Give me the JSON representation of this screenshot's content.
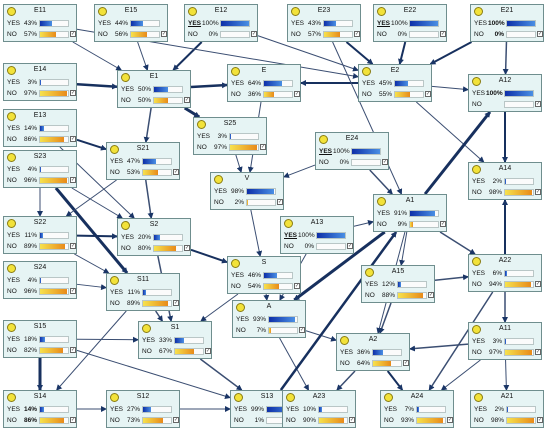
{
  "nodes": [
    {
      "id": "E11",
      "name": "E11",
      "yes": "43%",
      "no": "57%",
      "yes_value": 43
    },
    {
      "id": "E15",
      "name": "E15",
      "yes": "44%",
      "no": "56%",
      "yes_value": 44
    },
    {
      "id": "E12",
      "name": "E12",
      "yes": "100%",
      "no": "0%",
      "yes_value": 100,
      "evidence": true
    },
    {
      "id": "E23",
      "name": "E23",
      "yes": "43%",
      "no": "57%",
      "yes_value": 43
    },
    {
      "id": "E22",
      "name": "E22",
      "yes": "100%",
      "no": "0%",
      "yes_value": 100,
      "evidence": true
    },
    {
      "id": "E21",
      "name": "E21",
      "yes": "100%",
      "no": "0%",
      "yes_value": 100,
      "bold_values": true
    },
    {
      "id": "E14",
      "name": "E14",
      "yes": "3%",
      "no": "97%",
      "yes_value": 3
    },
    {
      "id": "E1",
      "name": "E1",
      "yes": "50%",
      "no": "50%",
      "yes_value": 50
    },
    {
      "id": "E",
      "name": "E",
      "yes": "64%",
      "no": "36%",
      "yes_value": 64
    },
    {
      "id": "E2",
      "name": "E2",
      "yes": "45%",
      "no": "55%",
      "yes_value": 45
    },
    {
      "id": "A12",
      "name": "A12",
      "yes": "100%",
      "no": "",
      "yes_value": 100,
      "bold_values": true
    },
    {
      "id": "E13",
      "name": "E13",
      "yes": "14%",
      "no": "86%",
      "yes_value": 14
    },
    {
      "id": "S25",
      "name": "S25",
      "yes": "3%",
      "no": "97%",
      "yes_value": 3
    },
    {
      "id": "E24",
      "name": "E24",
      "yes": "100%",
      "no": "0%",
      "yes_value": 100,
      "evidence": true
    },
    {
      "id": "S23",
      "name": "S23",
      "yes": "4%",
      "no": "96%",
      "yes_value": 4
    },
    {
      "id": "S21",
      "name": "S21",
      "yes": "47%",
      "no": "53%",
      "yes_value": 47
    },
    {
      "id": "V",
      "name": "V",
      "yes": "98%",
      "no": "2%",
      "yes_value": 98
    },
    {
      "id": "A14",
      "name": "A14",
      "yes": "2%",
      "no": "98%",
      "yes_value": 2
    },
    {
      "id": "A1",
      "name": "A1",
      "yes": "91%",
      "no": "9%",
      "yes_value": 91
    },
    {
      "id": "S22",
      "name": "S22",
      "yes": "11%",
      "no": "89%",
      "yes_value": 11
    },
    {
      "id": "S2",
      "name": "S2",
      "yes": "20%",
      "no": "80%",
      "yes_value": 20
    },
    {
      "id": "A13",
      "name": "A13",
      "yes": "100%",
      "no": "0%",
      "yes_value": 100,
      "evidence": true
    },
    {
      "id": "S24",
      "name": "S24",
      "yes": "4%",
      "no": "96%",
      "yes_value": 4
    },
    {
      "id": "S",
      "name": "S",
      "yes": "46%",
      "no": "54%",
      "yes_value": 46
    },
    {
      "id": "A15",
      "name": "A15",
      "yes": "12%",
      "no": "88%",
      "yes_value": 12
    },
    {
      "id": "A22",
      "name": "A22",
      "yes": "6%",
      "no": "94%",
      "yes_value": 6
    },
    {
      "id": "S11",
      "name": "S11",
      "yes": "11%",
      "no": "89%",
      "yes_value": 11
    },
    {
      "id": "A",
      "name": "A",
      "yes": "93%",
      "no": "7%",
      "yes_value": 93
    },
    {
      "id": "S15",
      "name": "S15",
      "yes": "18%",
      "no": "82%",
      "yes_value": 18
    },
    {
      "id": "S1",
      "name": "S1",
      "yes": "33%",
      "no": "67%",
      "yes_value": 33
    },
    {
      "id": "A2",
      "name": "A2",
      "yes": "36%",
      "no": "64%",
      "yes_value": 36
    },
    {
      "id": "A11",
      "name": "A11",
      "yes": "3%",
      "no": "97%",
      "yes_value": 3
    },
    {
      "id": "S14",
      "name": "S14",
      "yes": "14%",
      "no": "86%",
      "yes_value": 14,
      "bold_values": true
    },
    {
      "id": "S12",
      "name": "S12",
      "yes": "27%",
      "no": "73%",
      "yes_value": 27
    },
    {
      "id": "S13",
      "name": "S13",
      "yes": "99%",
      "no": "1%",
      "yes_value": 99
    },
    {
      "id": "A23",
      "name": "A23",
      "yes": "10%",
      "no": "90%",
      "yes_value": 10
    },
    {
      "id": "A24",
      "name": "A24",
      "yes": "7%",
      "no": "93%",
      "yes_value": 7
    },
    {
      "id": "A21",
      "name": "A21",
      "yes": "2%",
      "no": "98%",
      "yes_value": 2
    }
  ],
  "labels": {
    "yes": "YES",
    "no": "NO"
  },
  "edges": [
    [
      "E11",
      "E1",
      1
    ],
    [
      "E15",
      "E1",
      1
    ],
    [
      "E12",
      "E1",
      2
    ],
    [
      "E23",
      "E2",
      2
    ],
    [
      "E22",
      "E2",
      2
    ],
    [
      "E21",
      "E2",
      2
    ],
    [
      "E14",
      "E1",
      2.5
    ],
    [
      "E1",
      "E",
      2.5
    ],
    [
      "E2",
      "E",
      2
    ],
    [
      "E12",
      "E2",
      1
    ],
    [
      "E11",
      "E2",
      1
    ],
    [
      "E23",
      "A1",
      1
    ],
    [
      "E13",
      "S21",
      2
    ],
    [
      "E13",
      "S2",
      1
    ],
    [
      "E1",
      "S25",
      3
    ],
    [
      "E1",
      "S21",
      1.5
    ],
    [
      "E2",
      "A12",
      1
    ],
    [
      "E2",
      "A14",
      1
    ],
    [
      "E21",
      "A12",
      1.5
    ],
    [
      "A12",
      "A14",
      2
    ],
    [
      "E",
      "V",
      1
    ],
    [
      "S25",
      "V",
      1
    ],
    [
      "E24",
      "A1",
      1.5
    ],
    [
      "E24",
      "V",
      1
    ],
    [
      "S23",
      "S22",
      1
    ],
    [
      "S23",
      "S11",
      3
    ],
    [
      "S23",
      "S2",
      1
    ],
    [
      "S21",
      "S2",
      1.5
    ],
    [
      "S21",
      "S22",
      1
    ],
    [
      "V",
      "S",
      1
    ],
    [
      "A1",
      "A12",
      3
    ],
    [
      "A1",
      "A22",
      1.5
    ],
    [
      "A1",
      "A15",
      1
    ],
    [
      "A1",
      "A",
      3
    ],
    [
      "A13",
      "A",
      1
    ],
    [
      "A13",
      "A1",
      1
    ],
    [
      "S22",
      "S2",
      2
    ],
    [
      "S22",
      "S11",
      1
    ],
    [
      "S2",
      "S",
      2
    ],
    [
      "S2",
      "S1",
      1.5
    ],
    [
      "S24",
      "S11",
      1
    ],
    [
      "S",
      "A",
      1
    ],
    [
      "A15",
      "A22",
      1.5
    ],
    [
      "A15",
      "A2",
      1.5
    ],
    [
      "A22",
      "A14",
      2
    ],
    [
      "A22",
      "A11",
      1.5
    ],
    [
      "S11",
      "S1",
      1.5
    ],
    [
      "S11",
      "S14",
      1
    ],
    [
      "S",
      "S1",
      1
    ],
    [
      "A",
      "A23",
      1
    ],
    [
      "A",
      "A2",
      1
    ],
    [
      "S15",
      "S14",
      3
    ],
    [
      "S15",
      "S1",
      1
    ],
    [
      "S15",
      "S13",
      1
    ],
    [
      "S1",
      "S13",
      1.5
    ],
    [
      "A2",
      "A24",
      2
    ],
    [
      "A2",
      "A23",
      1.5
    ],
    [
      "A11",
      "A2",
      1.5
    ],
    [
      "A11",
      "A21",
      1
    ],
    [
      "A11",
      "A24",
      1
    ],
    [
      "S12",
      "S13",
      1
    ],
    [
      "S14",
      "S12",
      1
    ],
    [
      "S13",
      "A1",
      2.5
    ],
    [
      "A22",
      "A24",
      1.5
    ],
    [
      "A1",
      "A2",
      1
    ]
  ]
}
